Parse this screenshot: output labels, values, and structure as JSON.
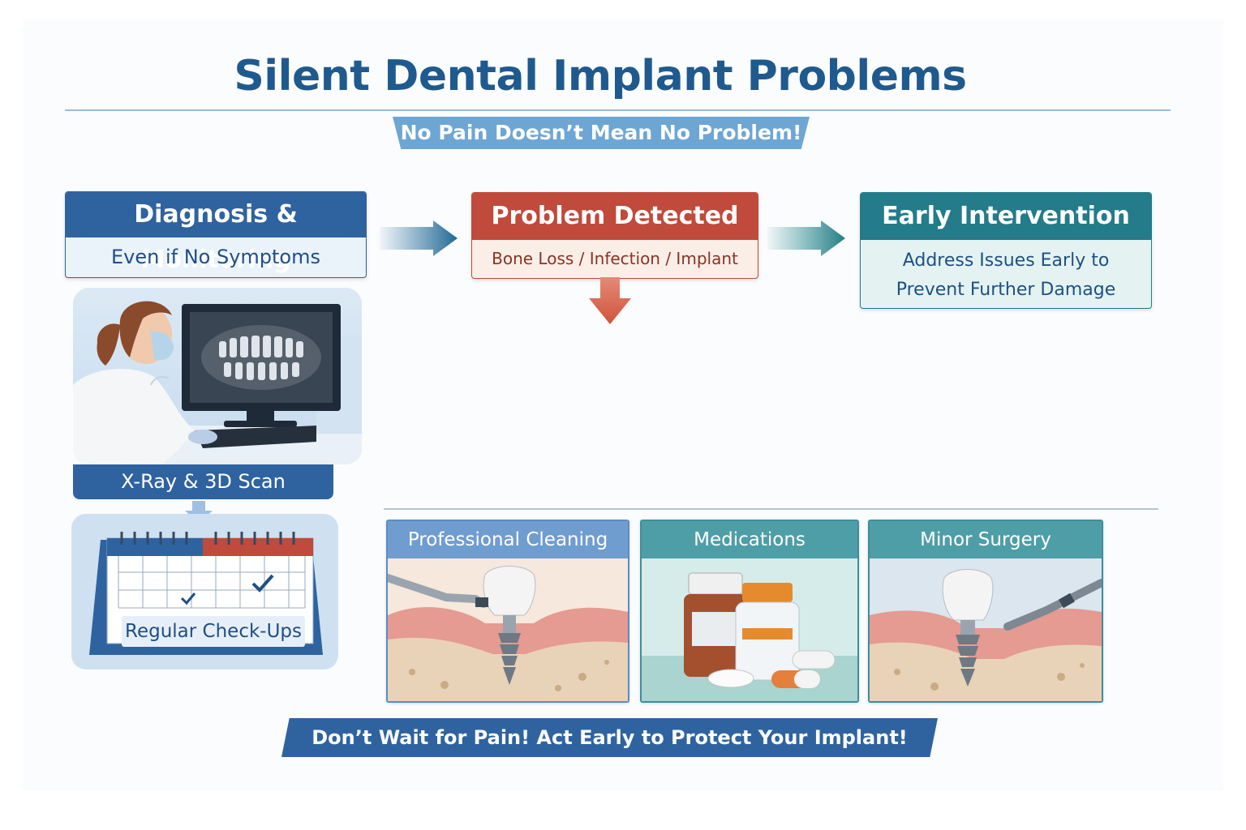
{
  "title": "Silent Dental Implant Problems",
  "subtitle": "No Pain Doesn’t Mean No Problem!",
  "steps": [
    {
      "title": "Diagnosis & Monitoring",
      "sub": "Even if No Symptoms"
    },
    {
      "title": "Problem Detected",
      "sub": "Bone Loss / Infection / Implant Issue"
    },
    {
      "title": "Early Intervention",
      "sub_lines": [
        "Address Issues Early to",
        "Prevent Further Damage"
      ]
    }
  ],
  "diagnosis": {
    "scan_label": "X-Ray & 3D Scan",
    "checkup_label": "Regular Check-Ups"
  },
  "treatments": [
    "Professional Cleaning",
    "Medications",
    "Minor Surgery"
  ],
  "footer": "Don’t Wait for Pain! Act Early to Protect Your Implant!",
  "colors": {
    "navy": "#2f63a0",
    "red": "#c04a3b",
    "teal": "#247b8a",
    "light_blue": "#6ea6d3"
  },
  "icons": [
    "right-arrow-icon",
    "down-arrow-icon",
    "dentist-computer-icon",
    "xray-monitor-icon",
    "calendar-icon",
    "checkmark-icon",
    "dental-implant-icon",
    "cleaning-tool-icon",
    "medicine-bottle-icon",
    "pill-icon",
    "surgical-tool-icon"
  ]
}
